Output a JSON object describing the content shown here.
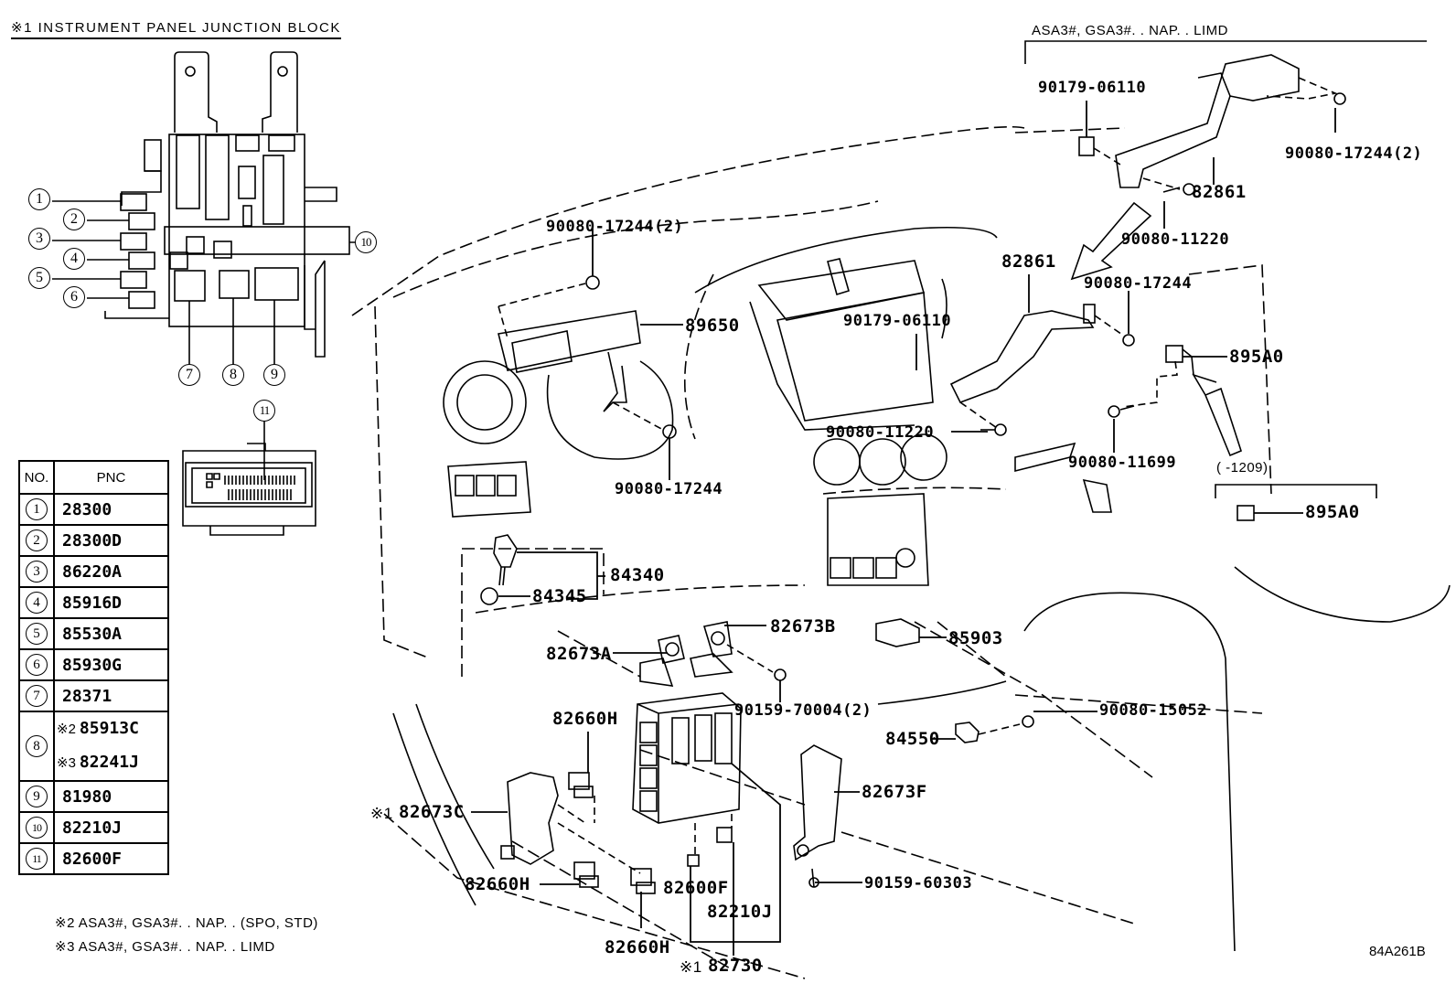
{
  "diagram": {
    "inset_title": "※1 INSTRUMENT PANEL JUNCTION BLOCK",
    "illustration_code": "84A261B",
    "inset_callouts": [
      "1",
      "2",
      "3",
      "4",
      "5",
      "6",
      "7",
      "8",
      "9",
      "10",
      "11"
    ],
    "pnc_table": {
      "headers": [
        "NO.",
        "PNC"
      ],
      "rows": [
        {
          "no": "1",
          "pnc": [
            "28300"
          ]
        },
        {
          "no": "2",
          "pnc": [
            "28300D"
          ]
        },
        {
          "no": "3",
          "pnc": [
            "86220A"
          ]
        },
        {
          "no": "4",
          "pnc": [
            "85916D"
          ]
        },
        {
          "no": "5",
          "pnc": [
            "85530A"
          ]
        },
        {
          "no": "6",
          "pnc": [
            "85930G"
          ]
        },
        {
          "no": "7",
          "pnc": [
            "28371"
          ]
        },
        {
          "no": "8",
          "pnc": [
            {
              "mark": "※2",
              "code": "85913C"
            },
            {
              "mark": "※3",
              "code": "82241J"
            }
          ]
        },
        {
          "no": "9",
          "pnc": [
            "81980"
          ]
        },
        {
          "no": "10",
          "pnc": [
            "82210J"
          ]
        },
        {
          "no": "11",
          "pnc": [
            "82600F"
          ]
        }
      ]
    },
    "footnotes": [
      "※2 ASA3#, GSA3#. . NAP. . (SPO, STD)",
      "※3 ASA3#, GSA3#. . NAP. . LIMD"
    ],
    "limd_group_title": "ASA3#, GSA3#. . NAP. . LIMD",
    "range_group_title": "(      -1209)",
    "part_labels": {
      "p90179_06110_top": "90179-06110",
      "p90080_17244_2_top": "90080-17244(2)",
      "p82861_upper": "82861",
      "p90080_11220_upper": "90080-11220",
      "p82861_lower": "82861",
      "p90080_17244_right": "90080-17244",
      "p895A0_main": "895A0",
      "p90080_11699": "90080-11699",
      "p895A0_range": "895A0",
      "p90080_17244_2_left": "90080-17244(2)",
      "p89650": "89650",
      "p90179_06110_mid": "90179-06110",
      "p90080_11220_mid": "90080-11220",
      "p90080_17244_mid": "90080-17244",
      "p84340": "84340",
      "p84345": "84345",
      "p82673B": "82673B",
      "p82673A": "82673A",
      "p85903": "85903",
      "p90159_70004_2": "90159-70004(2)",
      "p82660H_top": "82660H",
      "p90080_15052": "90080-15052",
      "p84550": "84550",
      "p82673C": "82673C",
      "p82673C_mark": "※1",
      "p82673F": "82673F",
      "p82660H_left": "82660H",
      "p82600F": "82600F",
      "p90159_60303": "90159-60303",
      "p82210J": "82210J",
      "p82660H_bottom": "82660H",
      "p82730": "82730",
      "p82730_mark": "※1"
    }
  }
}
